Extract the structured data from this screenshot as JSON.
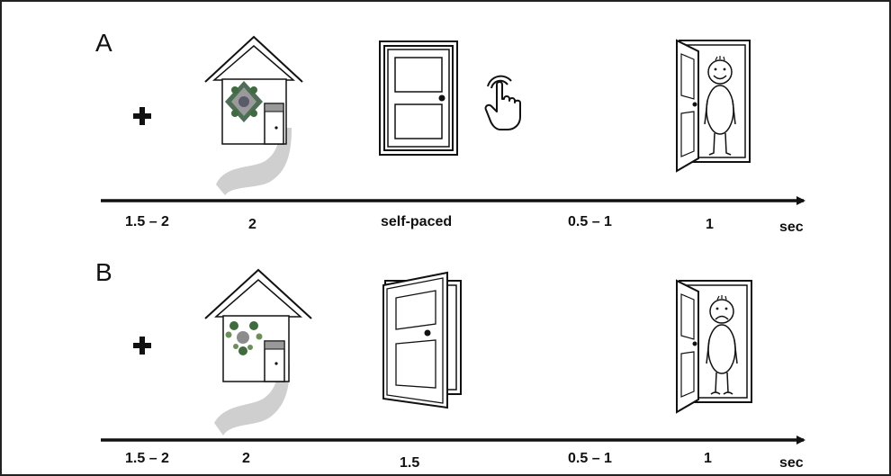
{
  "panels": [
    {
      "id": "A",
      "letter": "A",
      "times": [
        "1.5 – 2",
        "2",
        "self-paced",
        "0.5 – 1",
        "1"
      ],
      "unit": "sec",
      "stages": [
        "fixation-cross",
        "house-with-cue",
        "closed-door-with-tap",
        "delay",
        "door-open-happy-person"
      ]
    },
    {
      "id": "B",
      "letter": "B",
      "times": [
        "1.5 – 2",
        "2",
        "1.5",
        "0.5 – 1",
        "1"
      ],
      "unit": "sec",
      "stages": [
        "fixation-cross",
        "house-with-cue",
        "door-opening",
        "delay",
        "door-open-sad-person"
      ]
    }
  ],
  "colors": {
    "frame": "#222222",
    "ink": "#111111",
    "path": "#cfcfcf",
    "cue_green": "#3f6b3f",
    "cue_gray": "#8c8c8c"
  },
  "icons": [
    "fixation-cross-icon",
    "house-icon",
    "door-icon",
    "tap-hand-icon",
    "person-icon"
  ]
}
